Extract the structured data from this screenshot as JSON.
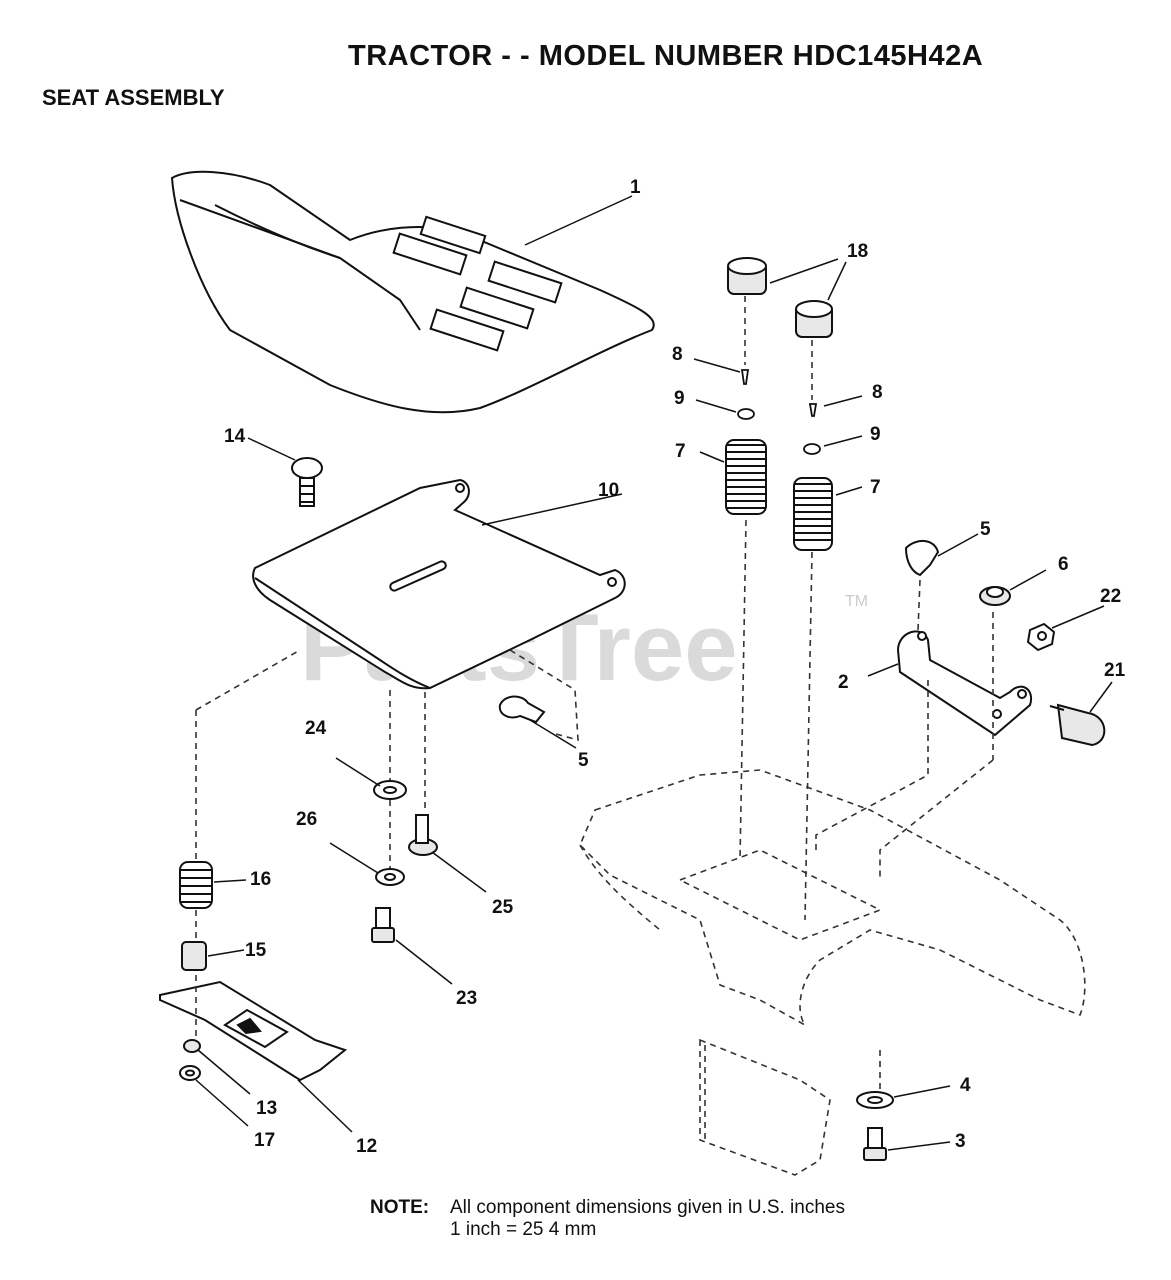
{
  "header": {
    "title": "TRACTOR - - MODEL NUMBER HDC145H42A",
    "subtitle": "SEAT ASSEMBLY"
  },
  "watermark": {
    "text": "PartsTree",
    "trademark": "TM"
  },
  "note": {
    "label": "NOTE:",
    "line1": "All component dimensions given in U.S. inches",
    "line2": "1 inch = 25 4 mm"
  },
  "parts": {
    "p1": "1",
    "p18": "18",
    "p8a": "8",
    "p8b": "8",
    "p9a": "9",
    "p9b": "9",
    "p7a": "7",
    "p7b": "7",
    "p14": "14",
    "p10": "10",
    "p5a": "5",
    "p6": "6",
    "p22": "22",
    "p2": "2",
    "p21": "21",
    "p24": "24",
    "p5b": "5",
    "p26": "26",
    "p25": "25",
    "p16": "16",
    "p15": "15",
    "p23": "23",
    "p4": "4",
    "p13": "13",
    "p3": "3",
    "p17": "17",
    "p12": "12"
  },
  "colors": {
    "line": "#111111",
    "dash": "#333333",
    "part_fill": "#e8e8e8"
  }
}
